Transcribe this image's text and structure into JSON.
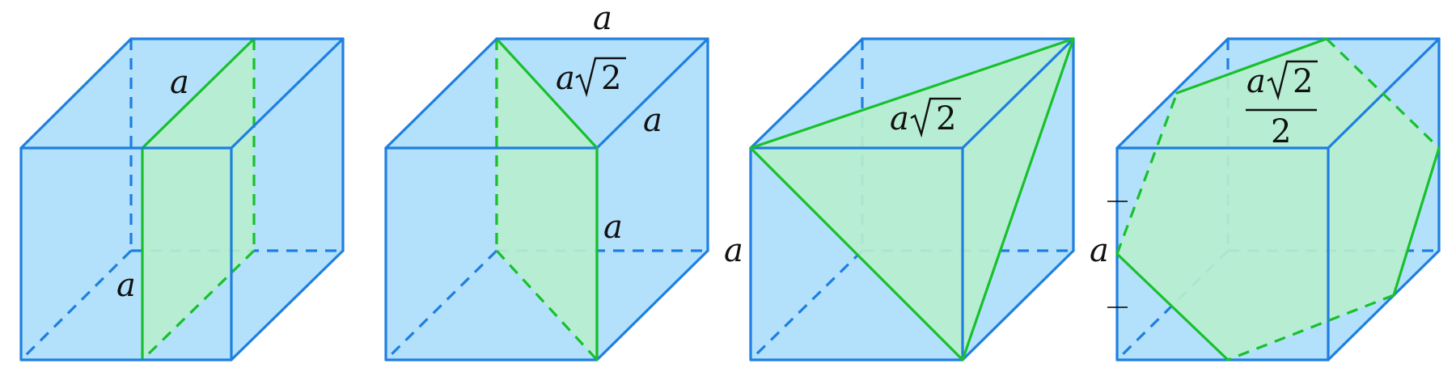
{
  "labels": {
    "a": "a",
    "sqrt_arg": "2",
    "half_denominator": "2"
  },
  "colors": {
    "cube_face": "#b3e1fb",
    "cube_edge": "#1f7fe0",
    "section_fill": "#b7efcf",
    "section_edge": "#19c02c"
  }
}
